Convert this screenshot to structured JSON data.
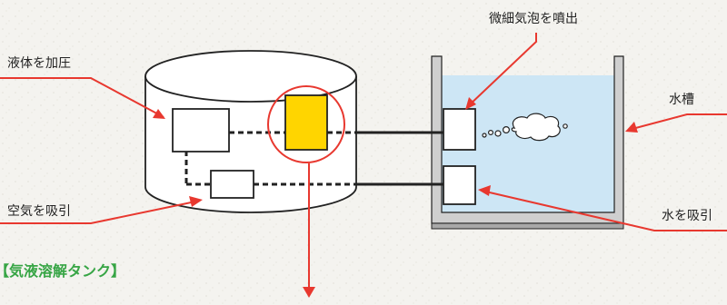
{
  "labels": {
    "pressurize": "液体を加圧",
    "air_intake": "空気を吸引",
    "micro_bubbles": "微細気泡を噴出",
    "water_tank": "水槽",
    "water_intake": "水を吸引"
  },
  "section_title": "【気液溶解タンク】",
  "colors": {
    "annotation_red": "#e8382f",
    "water_blue": "#cde6f5",
    "highlight_yellow": "#ffd500",
    "title_green": "#37a545",
    "outline": "#222222"
  }
}
